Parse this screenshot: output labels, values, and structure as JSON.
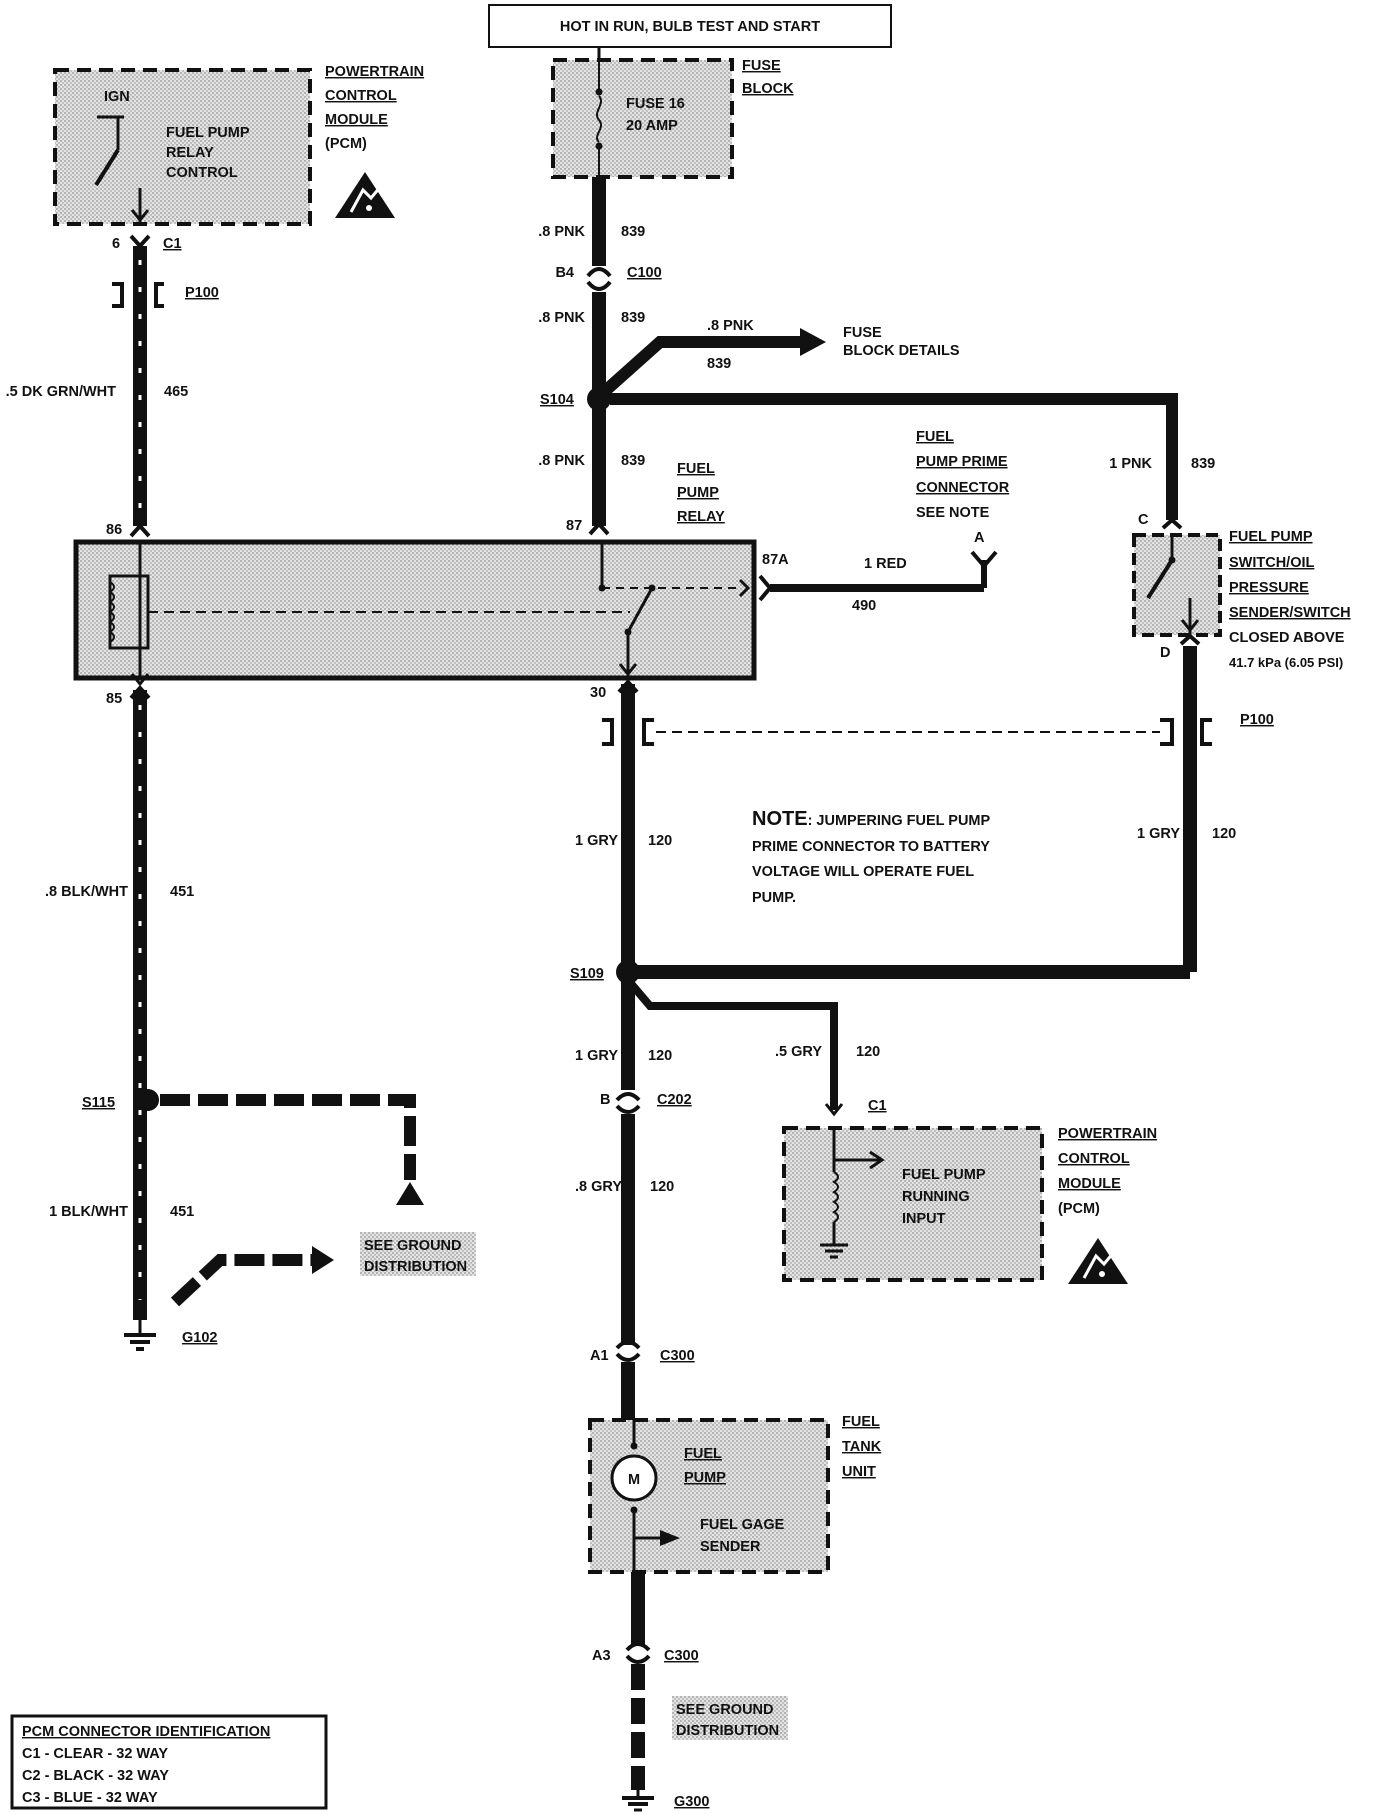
{
  "header": {
    "power_label": "HOT IN RUN, BULB TEST AND START"
  },
  "fuse_block": {
    "title": [
      "FUSE",
      "BLOCK"
    ],
    "fuse": [
      "FUSE 16",
      "20 AMP"
    ]
  },
  "pcm_top": {
    "title": [
      "POWERTRAIN",
      "CONTROL",
      "MODULE",
      "(PCM)"
    ],
    "ign": "IGN",
    "relay_control": [
      "FUEL PUMP",
      "RELAY",
      "CONTROL"
    ],
    "pin": "6",
    "connector": "C1"
  },
  "wires": {
    "w465": {
      "size_color": ".5 DK GRN/WHT",
      "circuit": "465"
    },
    "p100_left": "P100",
    "w839_a": {
      "size_color": ".8 PNK",
      "circuit": "839"
    },
    "c100": {
      "pin": "B4",
      "connector": "C100"
    },
    "w839_b": {
      "size_color": ".8 PNK",
      "circuit": "839"
    },
    "fuse_details": {
      "size_color": ".8 PNK",
      "circuit": "839",
      "label": [
        "FUSE",
        "BLOCK DETAILS"
      ]
    },
    "s104": "S104",
    "w839_c": {
      "size_color": ".8 PNK",
      "circuit": "839"
    },
    "w839_d": {
      "size_color": "1 PNK",
      "circuit": "839"
    },
    "w490": {
      "pin": "87A",
      "size_color": "1 RED",
      "circuit": "490"
    },
    "w451_a": {
      "size_color": ".8 BLK/WHT",
      "circuit": "451"
    },
    "w120_a": {
      "size_color": "1 GRY",
      "circuit": "120"
    },
    "w120_b": {
      "size_color": "1 GRY",
      "circuit": "120"
    },
    "p100_right": "P100",
    "s109": "S109",
    "w120_c": {
      "size_color": "1 GRY",
      "circuit": "120"
    },
    "w120_d": {
      "size_color": ".5 GRY",
      "circuit": "120"
    },
    "c202": {
      "pin": "B",
      "connector": "C202"
    },
    "w120_e": {
      "size_color": ".8 GRY",
      "circuit": "120"
    },
    "s115": "S115",
    "w451_b": {
      "size_color": "1 BLK/WHT",
      "circuit": "451"
    },
    "g102": "G102",
    "c300_a": {
      "pin": "A1",
      "connector": "C300"
    },
    "c300_b": {
      "pin": "A3",
      "connector": "C300"
    },
    "g300": "G300"
  },
  "relay": {
    "title": [
      "FUEL",
      "PUMP",
      "RELAY"
    ],
    "pin86": "86",
    "pin85": "85",
    "pin87": "87",
    "pin30": "30"
  },
  "prime_connector": {
    "title": [
      "FUEL",
      "PUMP PRIME",
      "CONNECTOR",
      "SEE NOTE"
    ],
    "pin": "A"
  },
  "oil_switch": {
    "pin_c": "C",
    "pin_d": "D",
    "title": [
      "FUEL PUMP",
      "SWITCH/OIL",
      "PRESSURE",
      "SENDER/SWITCH",
      "CLOSED ABOVE",
      "41.7 kPa (6.05 PSI)"
    ]
  },
  "note": {
    "heading": "NOTE",
    "text": [
      ": JUMPERING FUEL PUMP",
      "PRIME CONNECTOR TO BATTERY",
      "VOLTAGE WILL OPERATE FUEL",
      "PUMP."
    ]
  },
  "pcm_bottom": {
    "title": [
      "POWERTRAIN",
      "CONTROL",
      "MODULE",
      "(PCM)"
    ],
    "connector": "C1",
    "input": [
      "FUEL PUMP",
      "RUNNING",
      "INPUT"
    ]
  },
  "ground_ref_left": [
    "SEE GROUND",
    "DISTRIBUTION"
  ],
  "ground_ref_bottom": [
    "SEE GROUND",
    "DISTRIBUTION"
  ],
  "fuel_tank": {
    "title": [
      "FUEL",
      "TANK",
      "UNIT"
    ],
    "pump": [
      "FUEL",
      "PUMP"
    ],
    "motor": "M",
    "gage": [
      "FUEL GAGE",
      "SENDER"
    ]
  },
  "pcm_legend": {
    "title": "PCM CONNECTOR IDENTIFICATION",
    "rows": [
      "C1 - CLEAR - 32 WAY",
      "C2 - BLACK - 32 WAY",
      "C3 - BLUE - 32 WAY"
    ]
  }
}
